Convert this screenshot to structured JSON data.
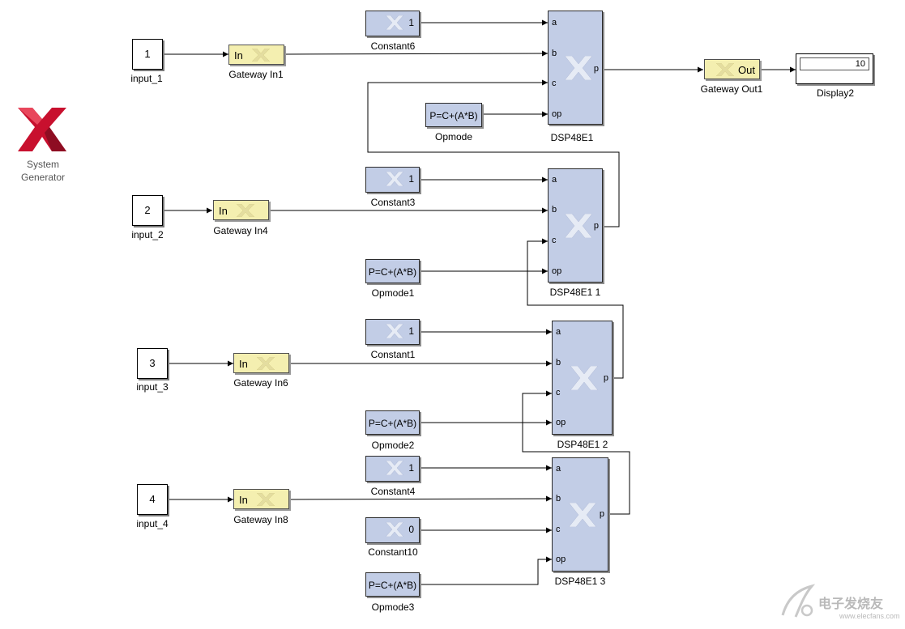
{
  "generator": {
    "line1": "System",
    "line2": "Generator"
  },
  "inputs": [
    {
      "value": "1",
      "label": "input_1"
    },
    {
      "value": "2",
      "label": "input_2"
    },
    {
      "value": "3",
      "label": "input_3"
    },
    {
      "value": "4",
      "label": "input_4"
    }
  ],
  "gateways_in": [
    {
      "text": "In",
      "label": "Gateway In1"
    },
    {
      "text": "In",
      "label": "Gateway In4"
    },
    {
      "text": "In",
      "label": "Gateway In6"
    },
    {
      "text": "In",
      "label": "Gateway In8"
    }
  ],
  "constants": [
    {
      "value": "1",
      "label": "Constant6"
    },
    {
      "value": "1",
      "label": "Constant3"
    },
    {
      "value": "1",
      "label": "Constant1"
    },
    {
      "value": "1",
      "label": "Constant4"
    },
    {
      "value": "0",
      "label": "Constant10"
    }
  ],
  "opmodes": [
    {
      "text": "P=C+(A*B)",
      "label": "Opmode"
    },
    {
      "text": "P=C+(A*B)",
      "label": "Opmode1"
    },
    {
      "text": "P=C+(A*B)",
      "label": "Opmode2"
    },
    {
      "text": "P=C+(A*B)",
      "label": "Opmode3"
    }
  ],
  "dsps": [
    {
      "label": "DSP48E1",
      "ports": [
        "a",
        "b",
        "c",
        "op"
      ],
      "out": "p"
    },
    {
      "label": "DSP48E1 1",
      "ports": [
        "a",
        "b",
        "c",
        "op"
      ],
      "out": "p"
    },
    {
      "label": "DSP48E1 2",
      "ports": [
        "a",
        "b",
        "c",
        "op"
      ],
      "out": "p"
    },
    {
      "label": "DSP48E1 3",
      "ports": [
        "a",
        "b",
        "c",
        "op"
      ],
      "out": "p"
    }
  ],
  "gateway_out": {
    "text": "Out",
    "label": "Gateway Out1"
  },
  "display": {
    "value": "10",
    "label": "Display2"
  },
  "watermark": {
    "text": "电子发烧友",
    "url": "www.elecfans.com"
  },
  "colors": {
    "block_blue": "#c2cde6",
    "gateway_yellow": "#f4efb0",
    "xilinx_red": "#c8102e"
  }
}
